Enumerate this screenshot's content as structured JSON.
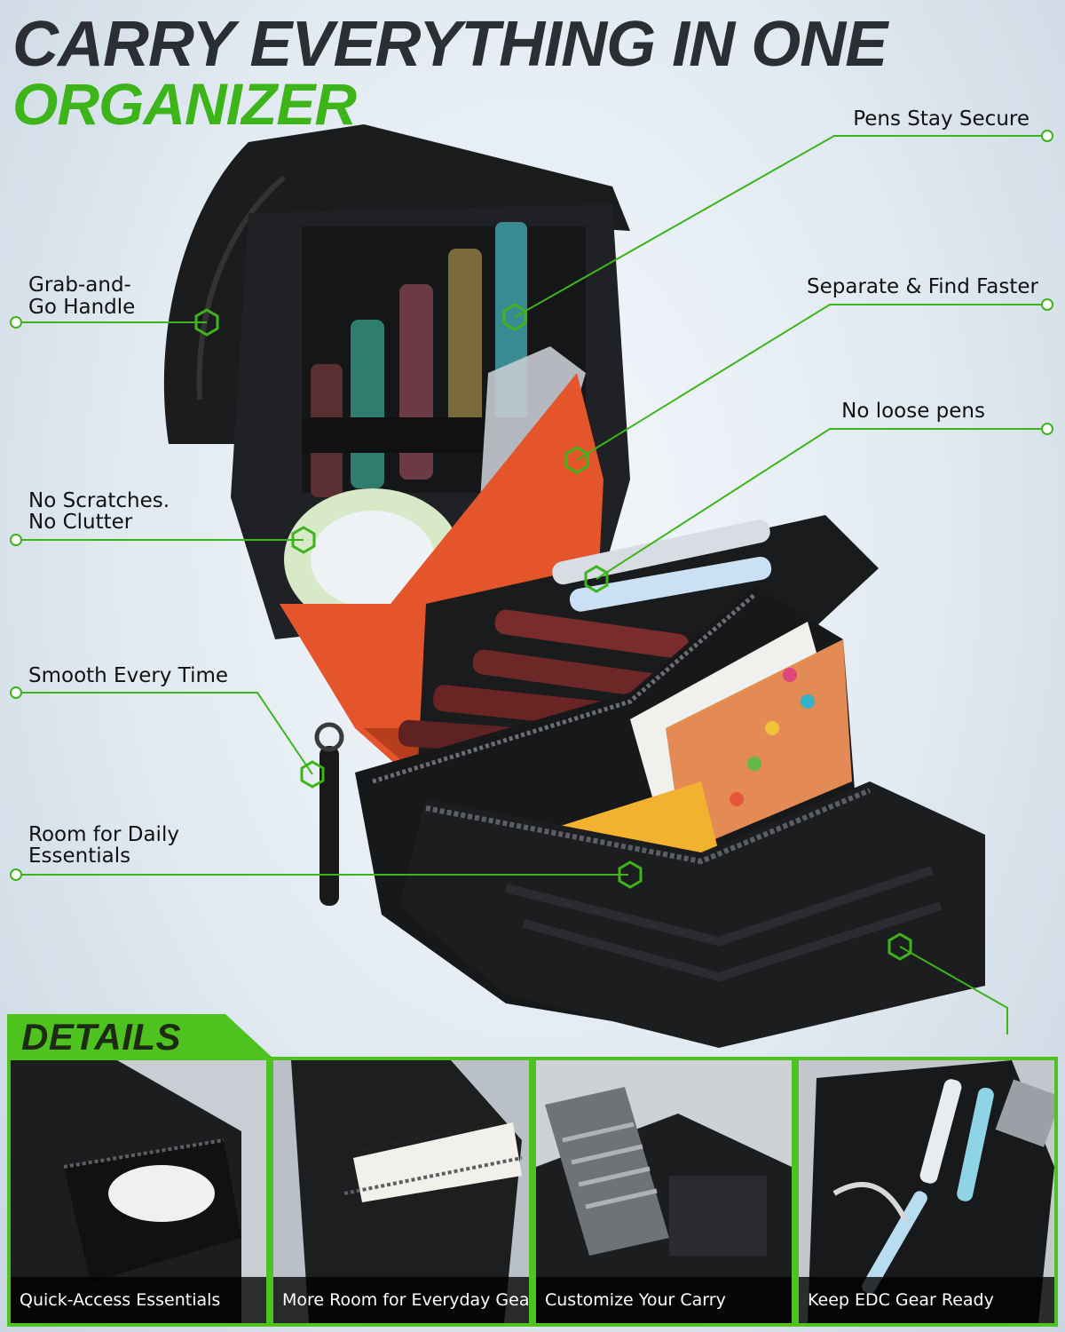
{
  "headline": {
    "line1": "CARRY EVERYTHING IN ONE",
    "line2": "ORGANIZER"
  },
  "colors": {
    "accent_green": "#3db51a",
    "headline_dark": "#2b2f33",
    "bag_black": "#1c1d1f",
    "lining_orange": "#e4552b"
  },
  "callouts": {
    "pens_stay_secure": "Pens Stay Secure",
    "separate_find_faster": "Separate & Find Faster",
    "no_loose_pens": "No loose pens",
    "grab_and_go_1": "Grab-and-",
    "grab_and_go_2": "Go Handle",
    "no_scratches_1": "No Scratches.",
    "no_scratches_2": "No Clutter",
    "smooth_every_time": "Smooth Every Time",
    "room_daily_1": "Room for Daily",
    "room_daily_2": "Essentials"
  },
  "details": {
    "title": "DETAILS",
    "cards": [
      {
        "caption": "Quick-Access Essentials"
      },
      {
        "caption": "More Room for Everyday Gear"
      },
      {
        "caption": "Customize Your Carry"
      },
      {
        "caption": "Keep EDC Gear Ready"
      }
    ]
  }
}
